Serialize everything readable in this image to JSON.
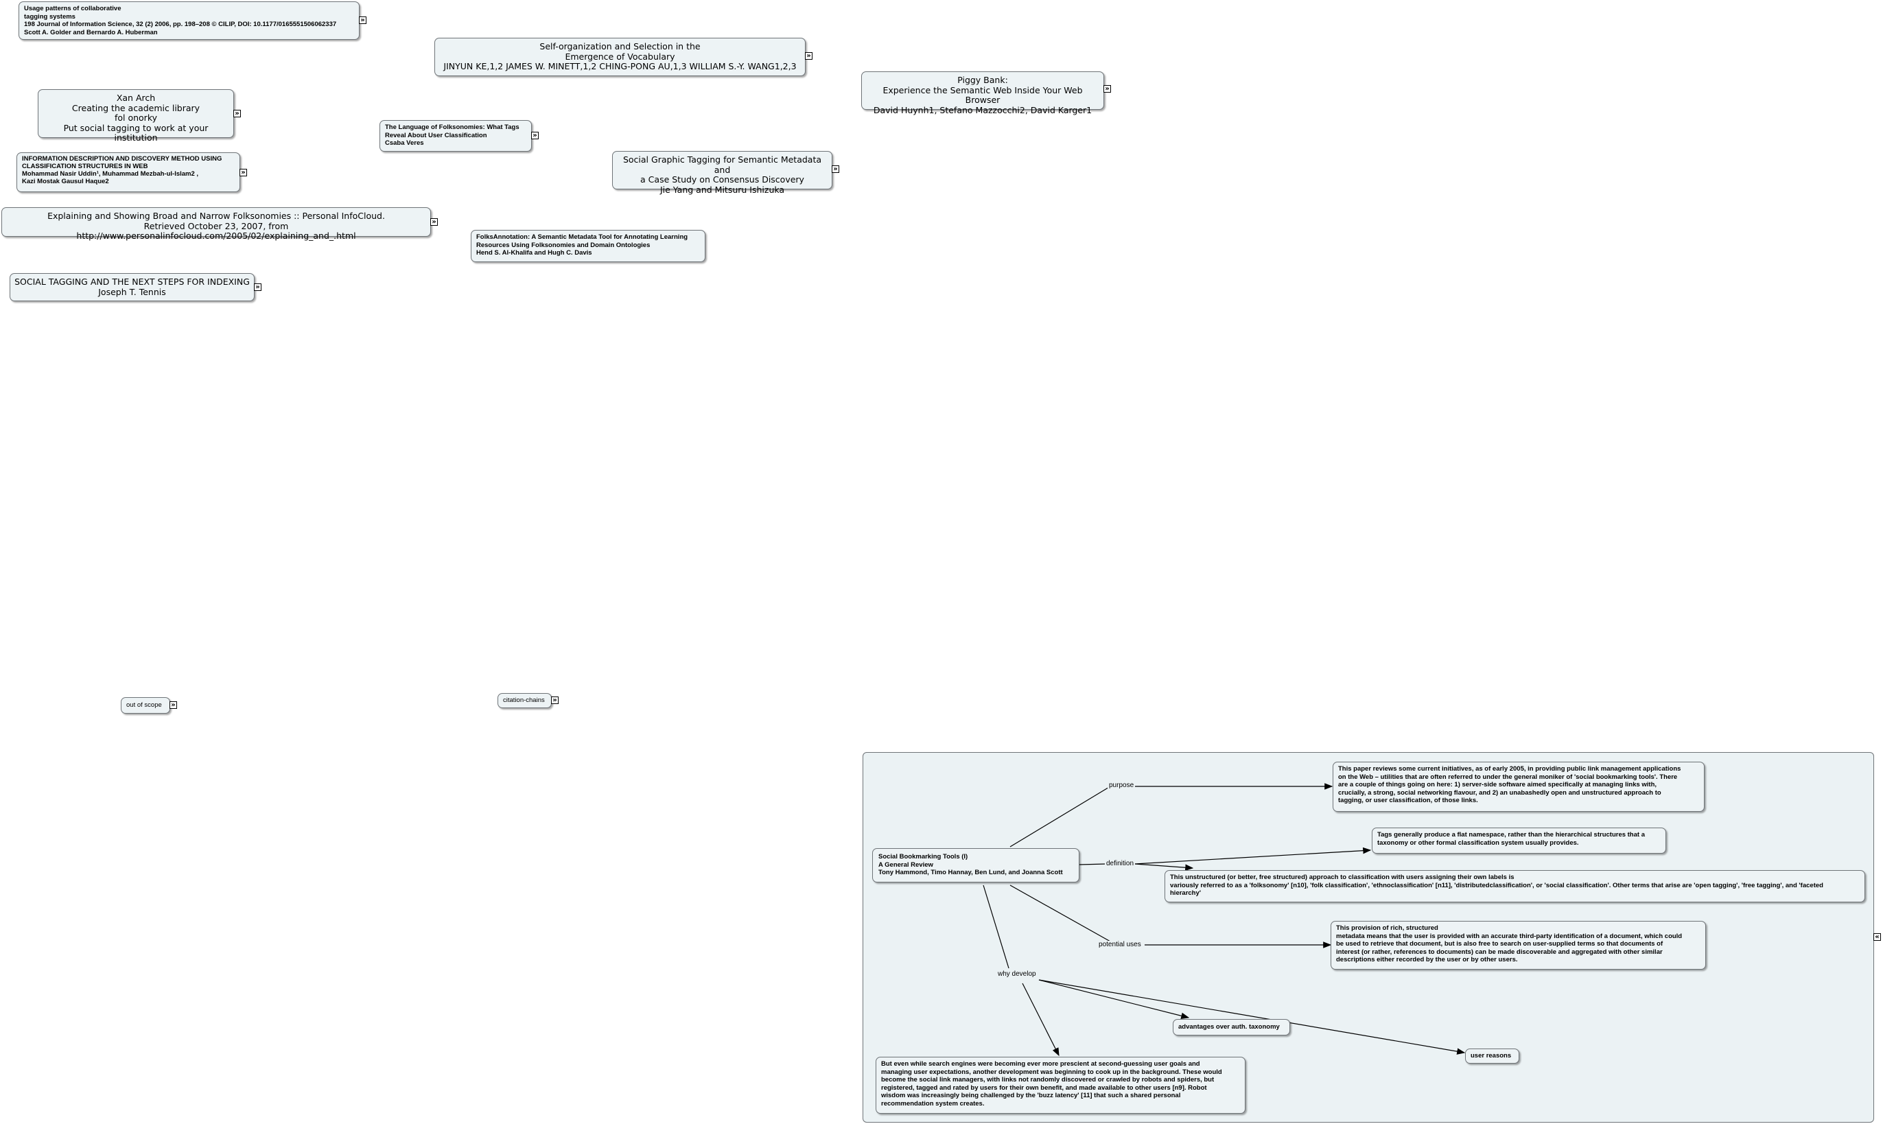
{
  "top_nodes": [
    {
      "id": "usage",
      "text": "Usage patterns of collaborative\ntagging systems\n198 Journal of Information Science, 32 (2) 2006, pp. 198–208 © CILIP, DOI: 10.1177/0165551506062337\nScott A. Golder and Bernardo A. Huberman"
    },
    {
      "id": "selforg",
      "text": "Self-organization and Selection in the\nEmergence of Vocabulary\nJINYUN KE,1,2 JAMES W. MINETT,1,2 CHING-PONG AU,1,3 WILLIAM S.-Y. WANG1,2,3"
    },
    {
      "id": "piggy",
      "text": "Piggy Bank:\nExperience the Semantic Web Inside Your Web Browser\nDavid Huynh1, Stefano Mazzocchi2, David Karger1"
    },
    {
      "id": "xanarch",
      "text": "Xan Arch\nCreating the academic library\nfol onorky\nPut social tagging to work at your institution"
    },
    {
      "id": "language",
      "text": "The Language of Folksonomies: What Tags\nReveal About User Classification\nCsaba Veres"
    },
    {
      "id": "infodesc",
      "text": "INFORMATION DESCRIPTION AND DISCOVERY METHOD USING\nCLASSIFICATION STRUCTURES IN WEB\nMohammad Nasir Uddin¹, Muhammad Mezbah-ul-Islam2 ,\nKazi Mostak Gausul Haque2"
    },
    {
      "id": "socialgraphic",
      "text": "Social Graphic Tagging for Semantic Metadata and\na Case Study on Consensus Discovery\nJie Yang and Mitsuru Ishizuka"
    },
    {
      "id": "explaining",
      "text": "Explaining and Showing Broad and Narrow Folksonomies :: Personal InfoCloud.\nRetrieved October 23, 2007, from http://www.personalinfocloud.com/2005/02/explaining_and_.html"
    },
    {
      "id": "folksannot",
      "text": "FolksAnnotation: A Semantic Metadata Tool for Annotating Learning\nResources Using Folksonomies and Domain Ontologies\nHend S. Al-Khalifa and Hugh C. Davis"
    },
    {
      "id": "socialtag",
      "text": "SOCIAL TAGGING AND THE NEXT STEPS FOR INDEXING\nJoseph T. Tennis"
    },
    {
      "id": "outofscope",
      "text": "out of scope"
    },
    {
      "id": "citation",
      "text": "citation-chains"
    }
  ],
  "group": {
    "central": "Social Bookmarking Tools (I)\nA General Review\nTony Hammond, Timo Hannay, Ben Lund, and Joanna Scott",
    "purpose_label": "purpose",
    "purpose_text": "This paper reviews some current initiatives, as of early 2005, in providing public link management applications\non the Web – utilities that are often referred to under the general moniker of 'social bookmarking tools'. There\nare a couple of things going on here: 1) server-side software aimed specifically at managing links with,\ncrucially, a strong, social networking flavour, and 2) an unabashedly open and unstructured approach to\ntagging, or user classification, of those links.",
    "definition_label": "definition",
    "definition_text1": "Tags generally produce a flat namespace, rather than the hierarchical structures that a\ntaxonomy or other formal classification system usually provides.",
    "definition_text2": "This unstructured (or better, free structured) approach to classification with users assigning their own labels is\nvariously referred to as a 'folksonomy' [n10], 'folk classification', 'ethnoclassification' [n11], 'distributedclassification', or 'social classification'. Other terms that arise are 'open tagging', 'free tagging', and 'faceted\nhierarchy'",
    "potential_label": "potential uses",
    "potential_text": "This provision of rich, structured\nmetadata means that the user is provided with an accurate third-party identification of a document, which could\nbe used to retrieve that document, but is also free to search on user-supplied terms so that documents of\ninterest (or rather, references to documents) can be made discoverable and aggregated with other similar\ndescriptions either recorded by the user or by other users.",
    "why_label": "why develop",
    "why_text": "But even while search engines were becoming ever more prescient at second-guessing user goals and\nmanaging user expectations, another development was beginning to cook up in the background. These would\nbecome the social link managers, with links not randomly discovered or crawled by robots and spiders, but\nregistered, tagged and rated by users for their own benefit, and made available to other users [n9]. Robot\nwisdom was increasingly being challenged by the 'buzz latency' [11] that such a shared personal\nrecommendation system creates.",
    "advantages": "advantages over auth. taxonomy",
    "user_reasons": "user reasons"
  },
  "icons": {
    "expand": "double-chevron-right-icon",
    "collapse": "double-chevron-left-icon"
  }
}
